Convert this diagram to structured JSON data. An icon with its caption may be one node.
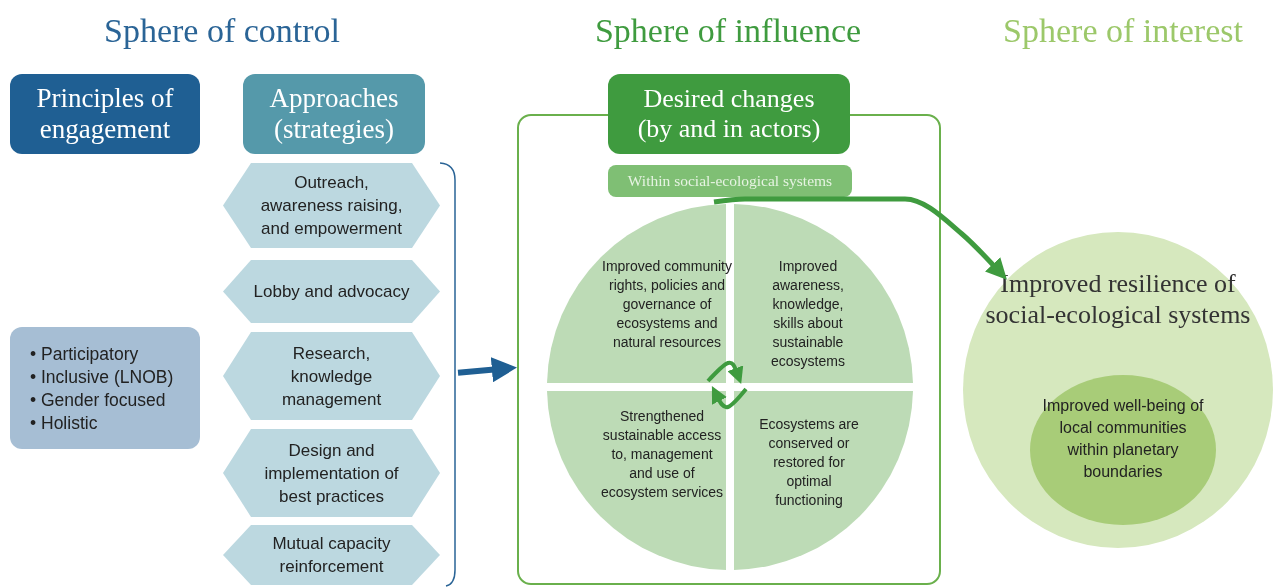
{
  "diagram": {
    "nodes": [
      {
        "text": [
          "Principles of engagement"
        ]
      },
      {
        "text": [
          "Approaches (strategies)"
        ]
      },
      {
        "text": [
          "• Participatory",
          "• Inclusive (LNOB)",
          "• Gender focused",
          "• Holistic"
        ]
      },
      {
        "text": [
          "Outreach, awareness raising, and empowerment"
        ]
      },
      {
        "text": [
          "Lobby and advocacy"
        ]
      },
      {
        "text": [
          "Research, knowledge management"
        ]
      },
      {
        "text": [
          "Design and implementation of best practices"
        ]
      },
      {
        "text": [
          "Mutual capacity reinforcement"
        ]
      },
      {
        "text": [
          "Desired changes (by and in actors)"
        ]
      },
      {
        "text": [
          "Within social-ecological systems"
        ],
        "in": 8
      },
      {
        "text": [
          "Improved community rights, policies and governance of ecosystems and natural resources"
        ],
        "in": 8
      },
      {
        "text": [
          "Improved awareness, knowledge, skills about sustainable ecosystems"
        ],
        "in": 8
      },
      {
        "text": [
          "Strengthened sustainable access to, management and use of ecosystem services"
        ],
        "in": 8
      },
      {
        "text": [
          "Ecosystems are conserved or restored for optimal functioning"
        ],
        "in": 8
      },
      {
        "text": [
          "Improved resilience of social-ecological systems"
        ]
      },
      {
        "text": [
          "Improved well-being of local communities within planetary boundaries"
        ],
        "in": 14
      },
      {
        "text": [],
        "shape": "bracket"
      }
    ],
    "edges": [
      {
        "from": 16,
        "to": 8,
        "arrow": "to",
        "color": "#1f5f93"
      },
      {
        "from": 10,
        "to": 14,
        "arrow": "to",
        "color": "#3f9b3f"
      },
      {
        "from": 10,
        "to": 11,
        "arrow": "to",
        "color": "#3f9b3f"
      },
      {
        "from": 13,
        "to": 12,
        "arrow": "to",
        "color": "#3f9b3f"
      }
    ],
    "labels": [
      "Sphere of control",
      "Sphere of influence",
      "Sphere of interest"
    ]
  }
}
